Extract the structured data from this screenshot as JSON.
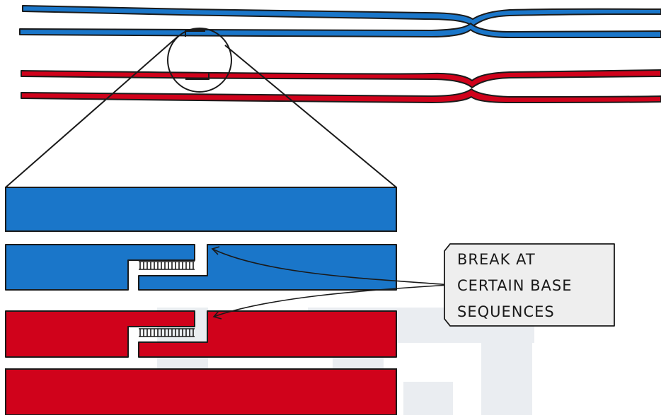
{
  "label": {
    "lines": [
      "BREAK AT",
      "CERTAIN BASE",
      "SEQUENCES"
    ]
  },
  "colors": {
    "blue": "#1a76c9",
    "red": "#d0021b",
    "outline": "#1a1a1a",
    "label_box": "#eeeeee",
    "watermark": "#d9e0e6"
  },
  "icons": {
    "magnifier": "circle-zoom-lens",
    "pointer": "arrow"
  }
}
